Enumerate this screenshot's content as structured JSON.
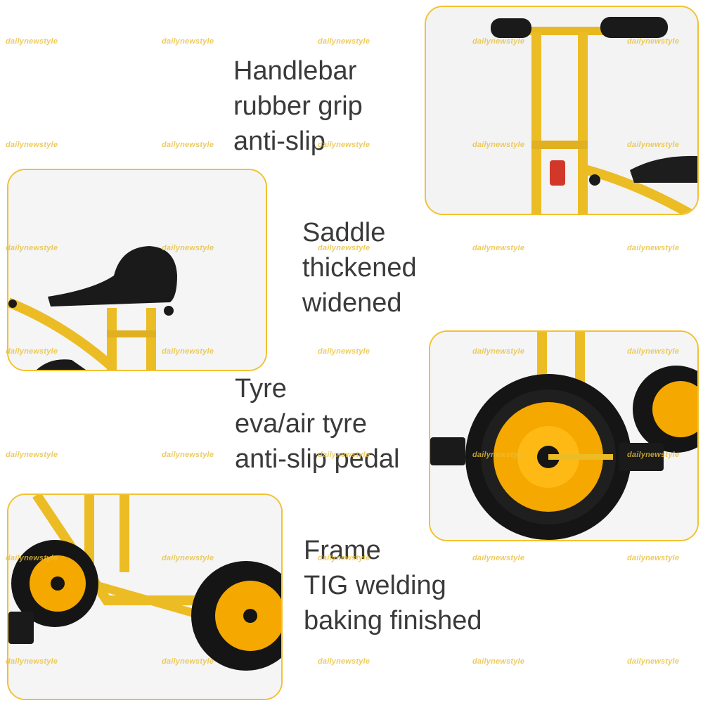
{
  "features": {
    "handlebar": {
      "lines": [
        "Handlebar",
        "rubber grip",
        "anti-slip"
      ]
    },
    "saddle": {
      "lines": [
        "Saddle",
        "thickened",
        "widened"
      ]
    },
    "tyre": {
      "lines": [
        "Tyre",
        "eva/air tyre",
        "anti-slip pedal"
      ]
    },
    "frame": {
      "lines": [
        "Frame",
        "TIG welding",
        "baking finished"
      ]
    }
  },
  "watermark": "dailynewstyle",
  "colors": {
    "frame_yellow": "#f2c230",
    "wheel_orange": "#f5a800",
    "tyre_black": "#151515",
    "text": "#3a3a3a"
  }
}
